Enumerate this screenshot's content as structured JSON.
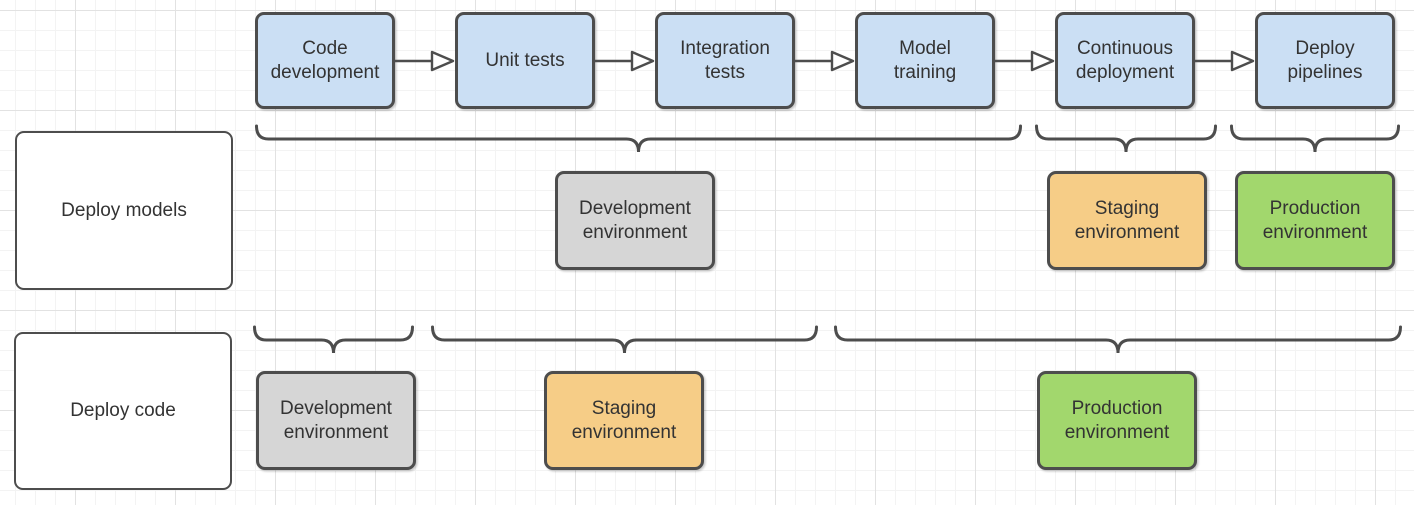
{
  "colors": {
    "border": "#4d4d4d",
    "text": "#333333",
    "blue": "#cbdff4",
    "gray": "#d6d6d6",
    "orange": "#f6cd87",
    "green": "#a2d76d",
    "white": "#ffffff",
    "grid_minor": "#f3f3f3",
    "grid_major": "#e2e2e2"
  },
  "diagram": {
    "pipeline_steps": [
      {
        "label": "Code development"
      },
      {
        "label": "Unit tests"
      },
      {
        "label": "Integration tests"
      },
      {
        "label": "Model training"
      },
      {
        "label": "Continuous deployment"
      },
      {
        "label": "Deploy pipelines"
      }
    ],
    "rows": [
      {
        "label": "Deploy models",
        "environments": [
          {
            "label": "Development environment",
            "color": "gray"
          },
          {
            "label": "Staging environment",
            "color": "orange"
          },
          {
            "label": "Production environment",
            "color": "green"
          }
        ]
      },
      {
        "label": "Deploy code",
        "environments": [
          {
            "label": "Development environment",
            "color": "gray"
          },
          {
            "label": "Staging environment",
            "color": "orange"
          },
          {
            "label": "Production environment",
            "color": "green"
          }
        ]
      }
    ]
  }
}
